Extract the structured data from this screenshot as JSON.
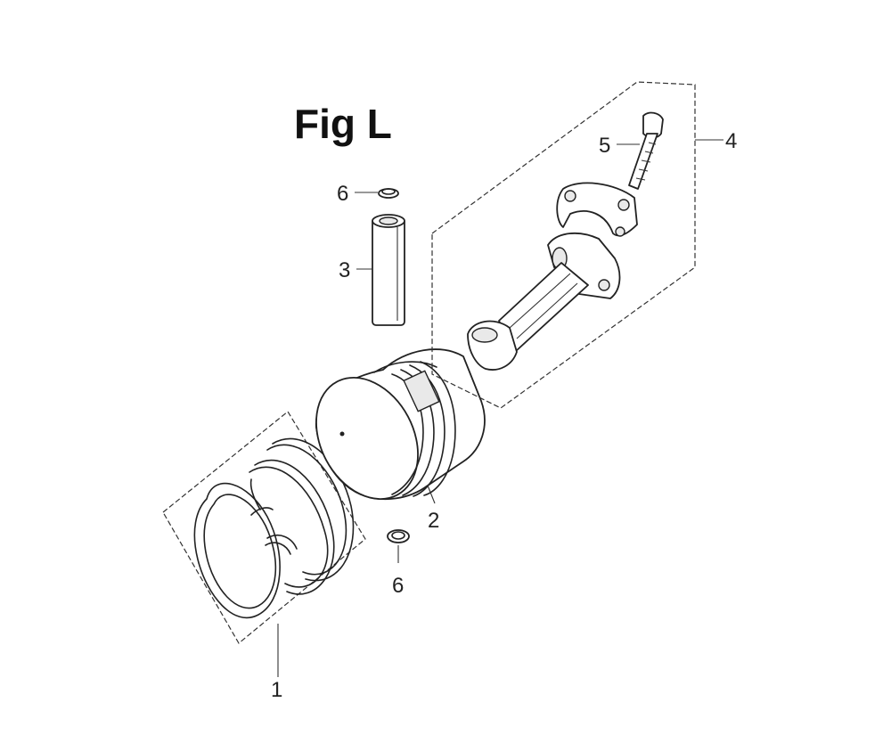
{
  "diagram": {
    "title": "Fig L",
    "callouts": [
      {
        "id": "c1",
        "label": "1"
      },
      {
        "id": "c2",
        "label": "2"
      },
      {
        "id": "c3",
        "label": "3"
      },
      {
        "id": "c4",
        "label": "4"
      },
      {
        "id": "c5",
        "label": "5"
      },
      {
        "id": "c6a",
        "label": "6"
      },
      {
        "id": "c6b",
        "label": "6"
      }
    ]
  }
}
